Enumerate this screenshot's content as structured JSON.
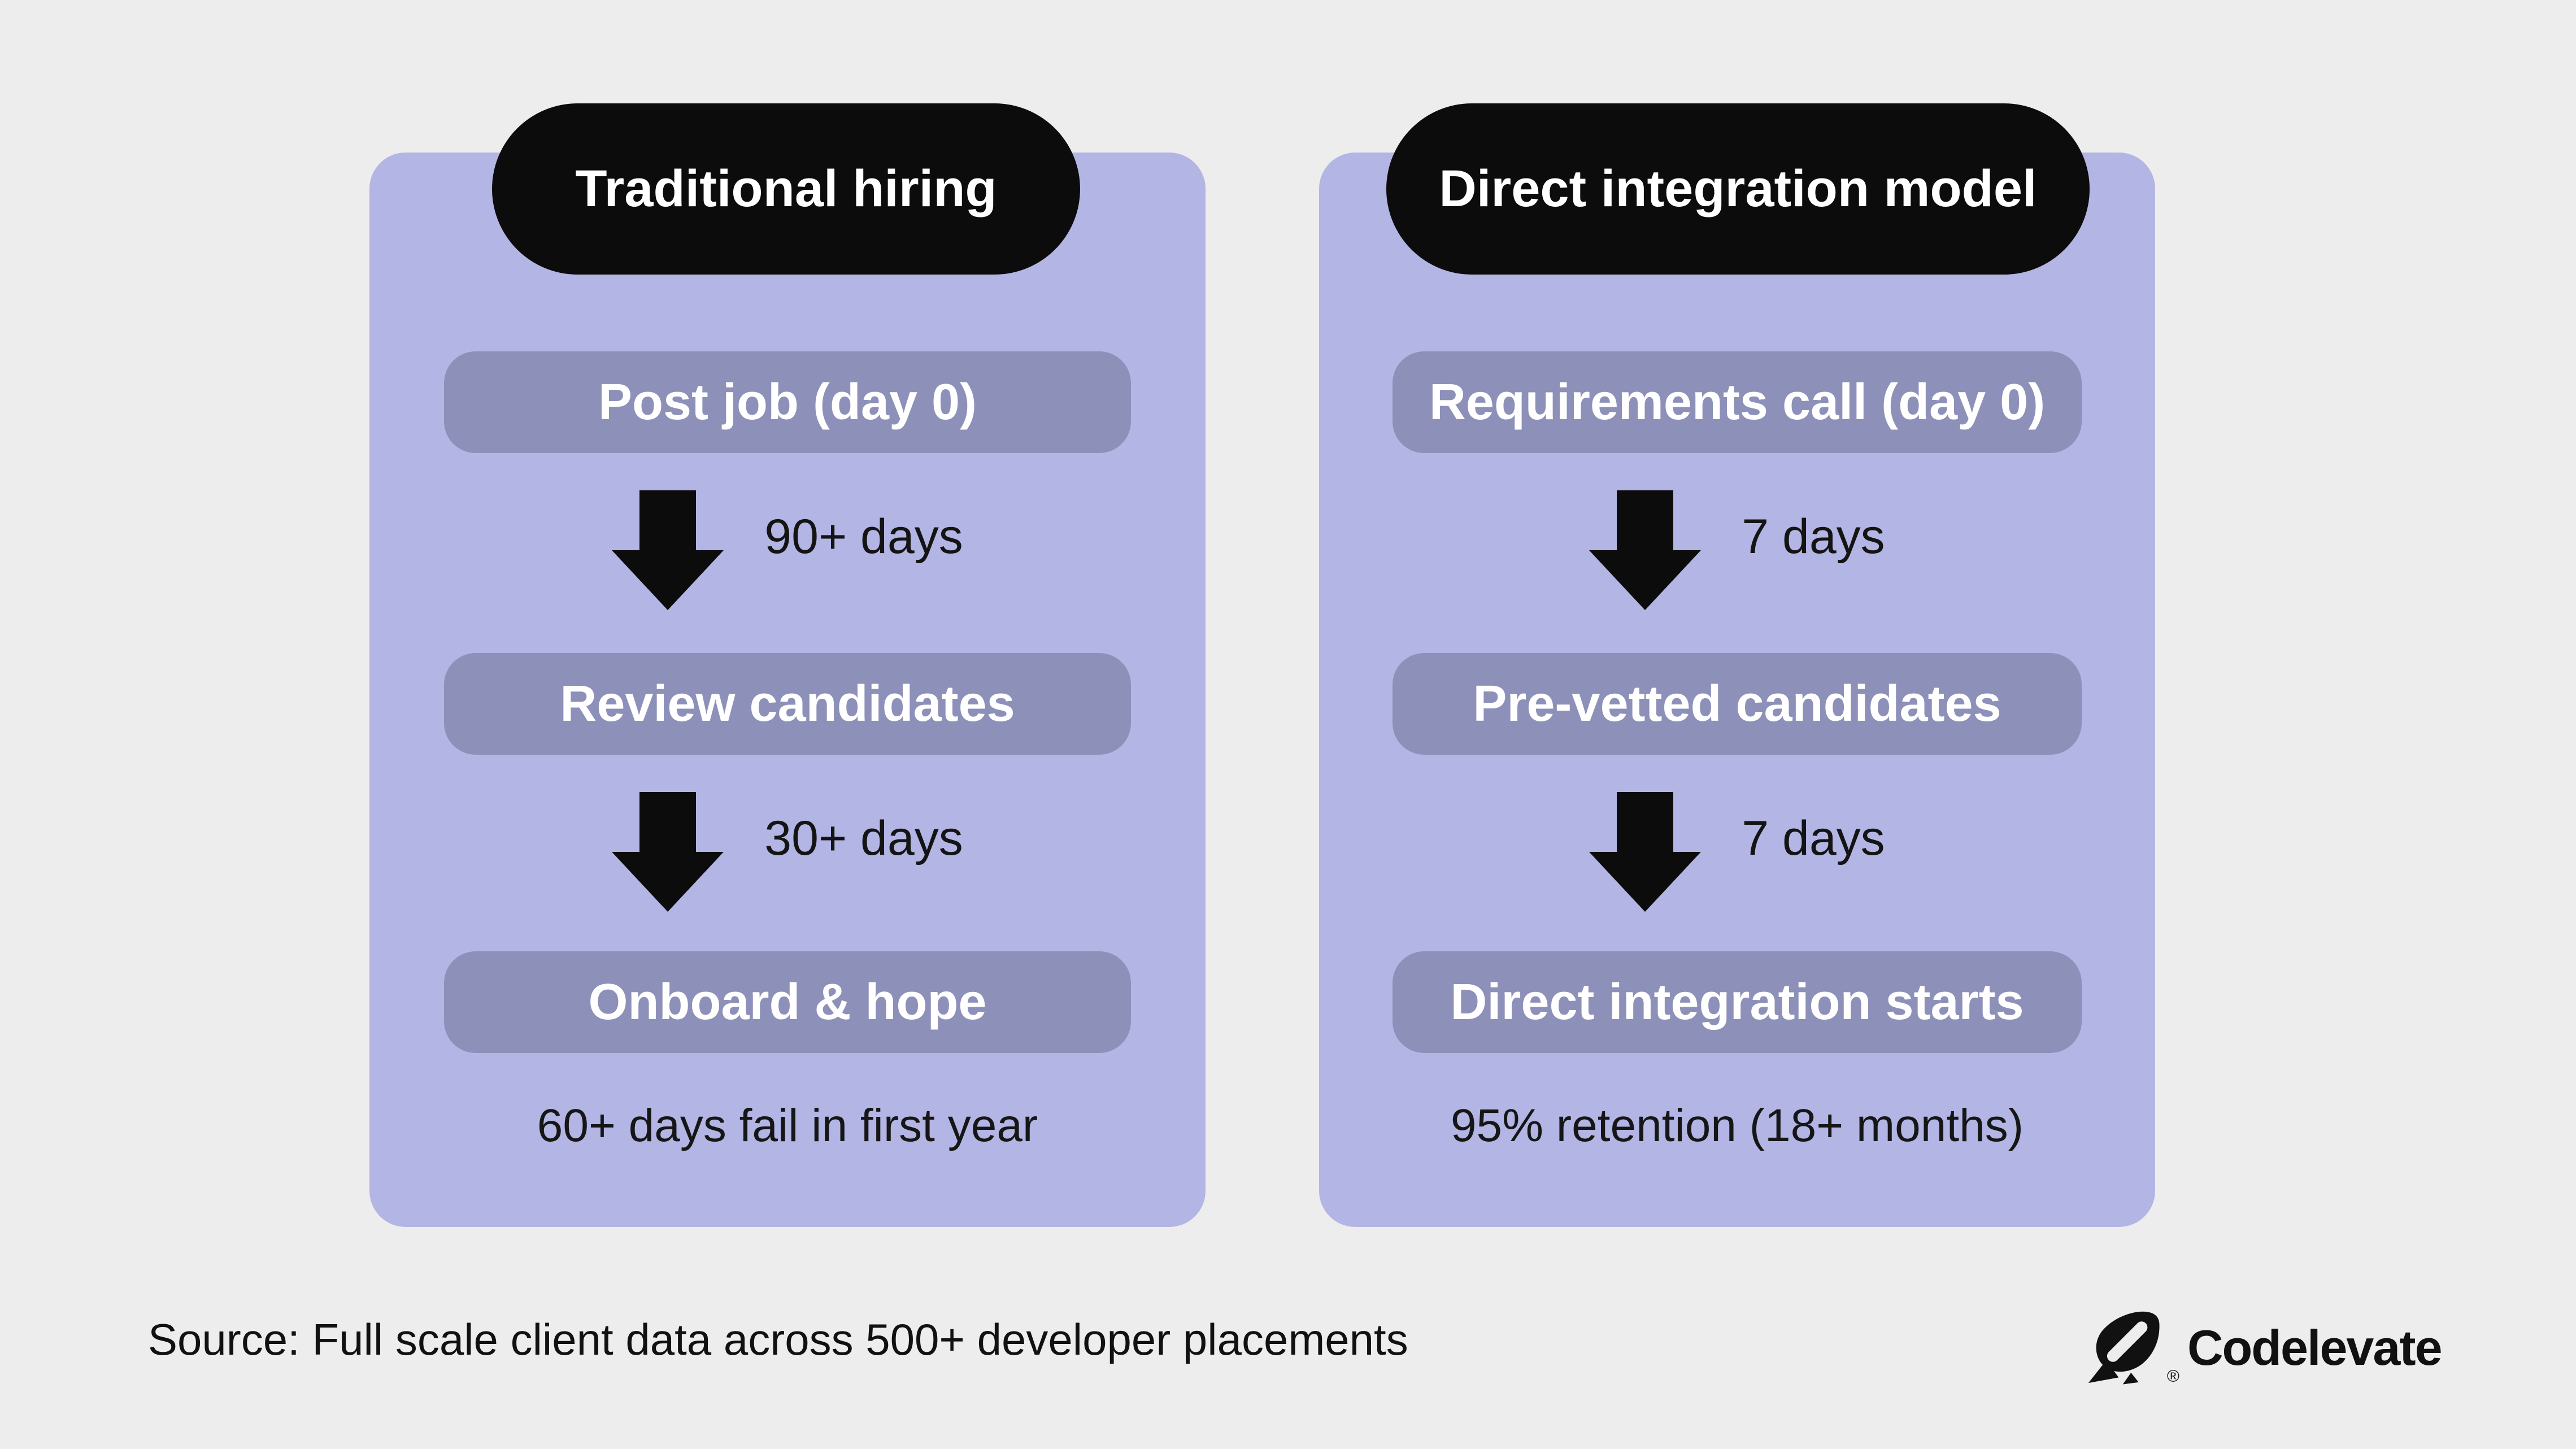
{
  "colors": {
    "background": "#ededee",
    "card": "#b3b5e4",
    "step_pill": "#8d90b8",
    "header_pill": "#0c0c0c",
    "arrow": "#0c0c0c",
    "text_light": "#ffffff",
    "text_dark": "#161616"
  },
  "columns": [
    {
      "header": "Traditional hiring",
      "steps": [
        "Post job (day 0)",
        "Review candidates",
        "Onboard & hope"
      ],
      "durations": [
        "90+ days",
        "30+ days"
      ],
      "footer": "60+ days fail in first year"
    },
    {
      "header": "Direct integration model",
      "steps": [
        "Requirements call (day 0)",
        "Pre-vetted candidates",
        "Direct integration starts"
      ],
      "durations": [
        "7 days",
        "7 days"
      ],
      "footer": "95% retention (18+ months)"
    }
  ],
  "source_note": "Source: Full scale client data across 500+ developer placements",
  "brand": {
    "name": "Codelevate",
    "registered_mark": "®"
  }
}
